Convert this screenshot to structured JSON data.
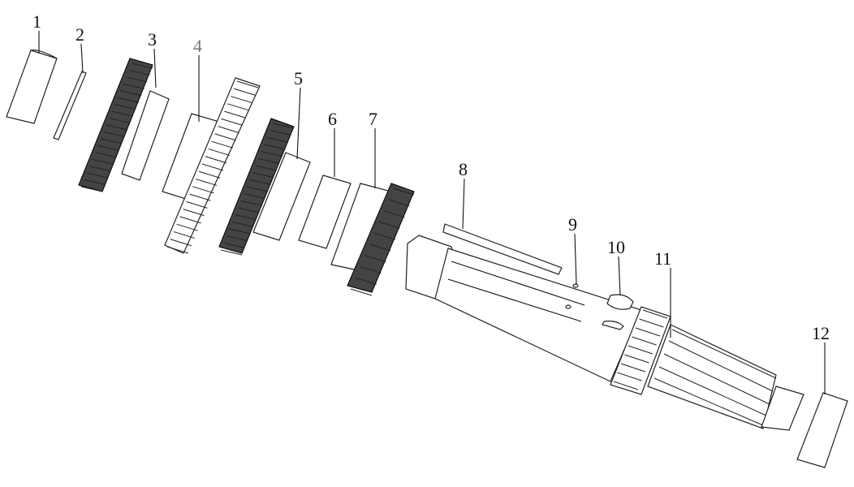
{
  "labels": {
    "l1": "1",
    "l2": "2",
    "l3": "3",
    "l4": "4",
    "l5": "5",
    "l6": "6",
    "l7": "7",
    "l8": "8",
    "l9": "9",
    "l10": "10",
    "l11": "11",
    "l12": "12"
  },
  "colors": {
    "line": "#111111",
    "label_4": "#777777"
  }
}
